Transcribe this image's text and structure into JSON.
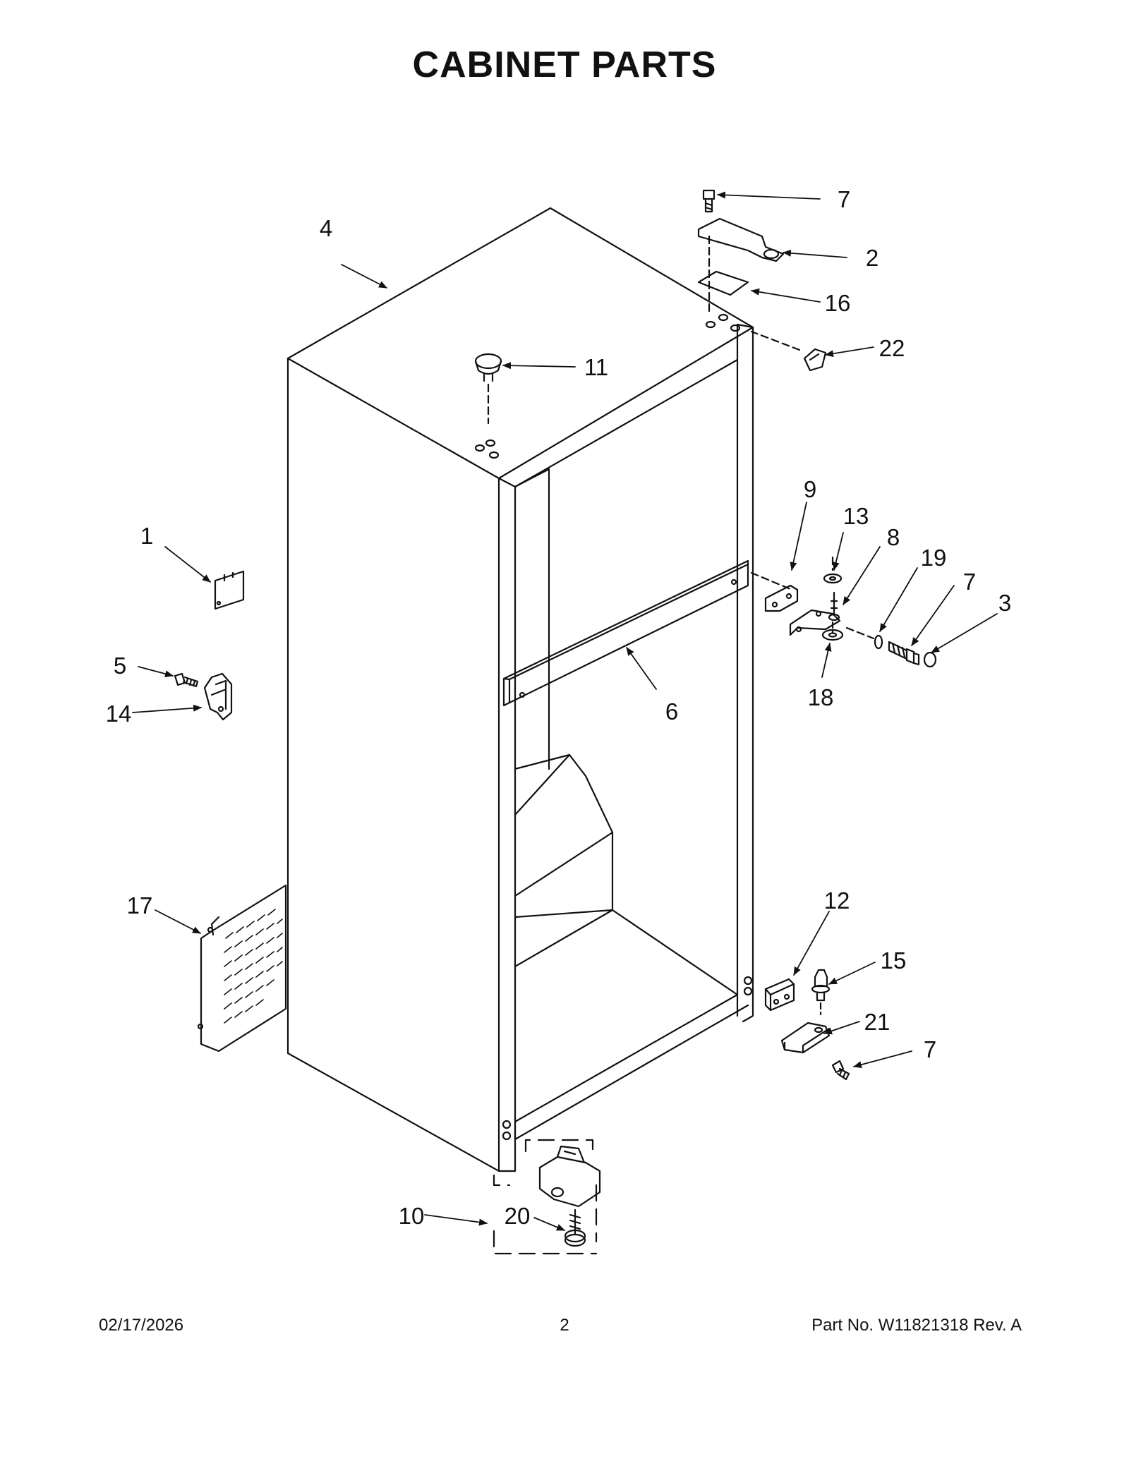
{
  "title": "CABINET PARTS",
  "callouts": {
    "c1": "1",
    "c2": "2",
    "c3": "3",
    "c4": "4",
    "c5": "5",
    "c6": "6",
    "c7a": "7",
    "c7b": "7",
    "c7c": "7",
    "c8": "8",
    "c9": "9",
    "c10": "10",
    "c11": "11",
    "c12": "12",
    "c13": "13",
    "c14": "14",
    "c15": "15",
    "c16": "16",
    "c17": "17",
    "c18": "18",
    "c19": "19",
    "c20": "20",
    "c21": "21",
    "c22": "22"
  },
  "footer": {
    "date": "02/17/2026",
    "page": "2",
    "part_no": "Part No.  W11821318   Rev.  A"
  }
}
